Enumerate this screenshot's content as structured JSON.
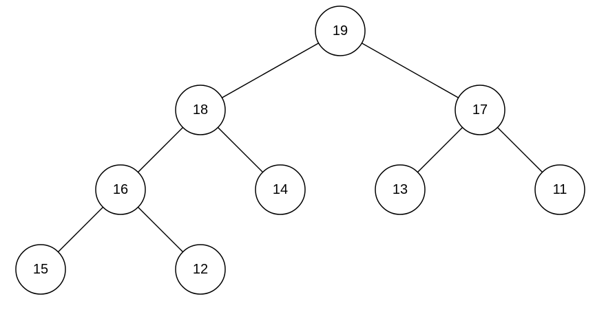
{
  "tree": {
    "colors": {
      "stroke": "#000000",
      "node_fill": "#ffffff",
      "background": "#ffffff"
    },
    "nodes": [
      {
        "id": "n19",
        "label": "19"
      },
      {
        "id": "n18",
        "label": "18"
      },
      {
        "id": "n17",
        "label": "17"
      },
      {
        "id": "n16",
        "label": "16"
      },
      {
        "id": "n14",
        "label": "14"
      },
      {
        "id": "n13",
        "label": "13"
      },
      {
        "id": "n11",
        "label": "11"
      },
      {
        "id": "n15",
        "label": "15"
      },
      {
        "id": "n12",
        "label": "12"
      }
    ],
    "edges": [
      {
        "from": "n19",
        "to": "n18"
      },
      {
        "from": "n19",
        "to": "n17"
      },
      {
        "from": "n18",
        "to": "n16"
      },
      {
        "from": "n18",
        "to": "n14"
      },
      {
        "from": "n17",
        "to": "n13"
      },
      {
        "from": "n17",
        "to": "n11"
      },
      {
        "from": "n16",
        "to": "n15"
      },
      {
        "from": "n16",
        "to": "n12"
      }
    ]
  }
}
